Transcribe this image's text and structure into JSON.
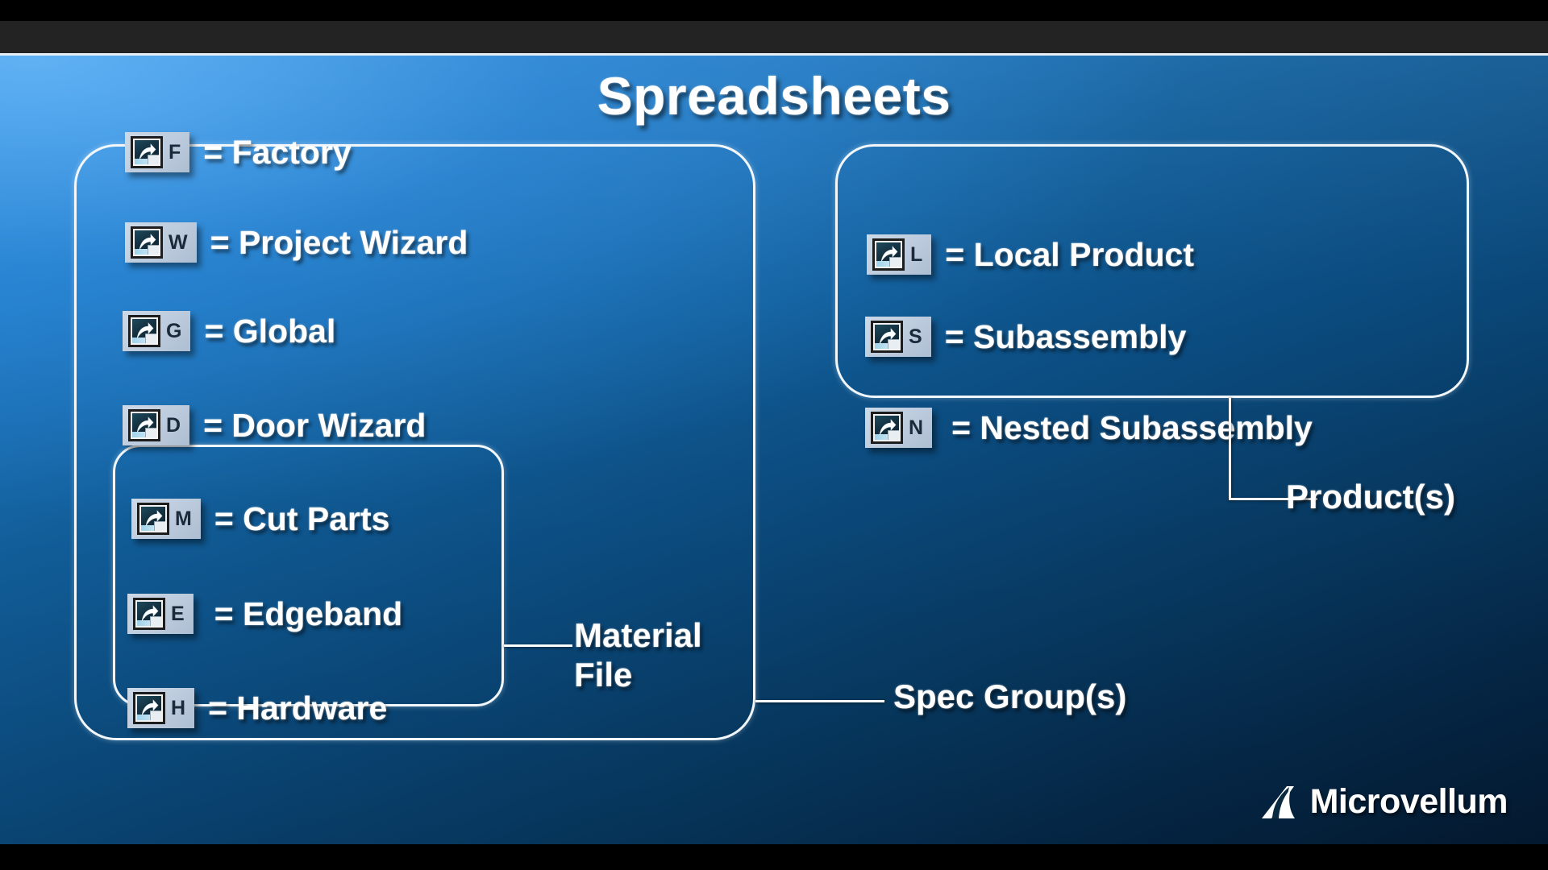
{
  "slide": {
    "title": "Spreadsheets"
  },
  "spec_group": {
    "items": [
      {
        "letter": "F",
        "label": "= Factory",
        "icon": "shortcut-icon"
      },
      {
        "letter": "W",
        "label": "= Project Wizard",
        "icon": "shortcut-icon"
      },
      {
        "letter": "G",
        "label": "= Global",
        "icon": "shortcut-icon"
      },
      {
        "letter": "D",
        "label": "= Door Wizard",
        "icon": "shortcut-icon"
      }
    ]
  },
  "material_file_group": {
    "items": [
      {
        "letter": "M",
        "label": "= Cut Parts",
        "icon": "shortcut-icon"
      },
      {
        "letter": "E",
        "label": "= Edgeband",
        "icon": "shortcut-icon"
      },
      {
        "letter": "H",
        "label": "= Hardware",
        "icon": "shortcut-icon"
      }
    ]
  },
  "product_group": {
    "items": [
      {
        "letter": "L",
        "label": "= Local Product",
        "icon": "shortcut-icon"
      },
      {
        "letter": "S",
        "label": "= Subassembly",
        "icon": "shortcut-icon"
      },
      {
        "letter": "N",
        "label": "= Nested Subassembly",
        "icon": "shortcut-icon"
      }
    ]
  },
  "callouts": {
    "material_file": "Material\nFile",
    "spec_groups": "Spec Group(s)",
    "products": "Product(s)"
  },
  "logo": {
    "wordmark": "Microvellum",
    "mark_icon": "microvellum-swoosh-icon"
  },
  "colors": {
    "slide_blue_light": "#2e8fdc",
    "slide_blue_dark": "#031b33",
    "outline_white": "#f2f7fb",
    "chip_gray": "#bccbdd",
    "text_white": "#ffffff"
  }
}
